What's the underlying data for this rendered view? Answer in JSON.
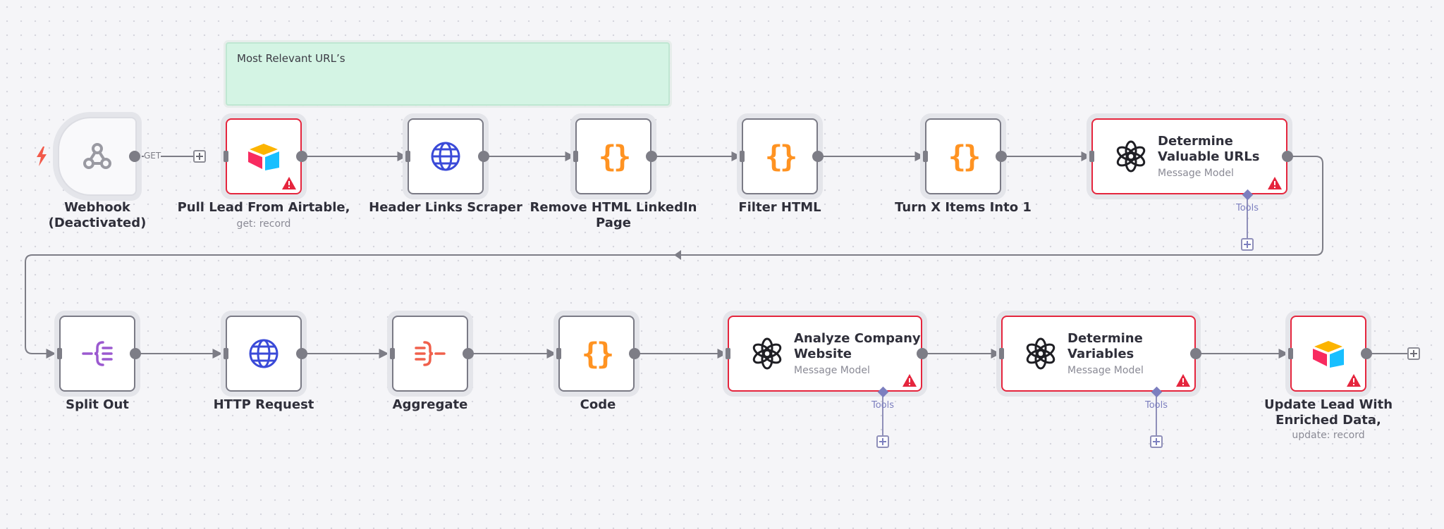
{
  "sticky_note": {
    "text": "Most Relevant URL’s"
  },
  "trigger_edge_label": "GET",
  "nodes": {
    "webhook": {
      "label": "Webhook",
      "label2": "(Deactivated)"
    },
    "pull_lead": {
      "label": "Pull Lead From Airtable,",
      "sublabel": "get: record"
    },
    "header_links": {
      "label": "Header Links Scraper"
    },
    "remove_html": {
      "label": "Remove HTML LinkedIn",
      "label2": "Page"
    },
    "filter_html": {
      "label": "Filter HTML"
    },
    "turn_x": {
      "label": "Turn X Items Into 1"
    },
    "determine_urls": {
      "title": "Determine",
      "title2": "Valuable URLs",
      "subtitle": "Message Model",
      "tools_label": "Tools"
    },
    "split_out": {
      "label": "Split Out"
    },
    "http_request": {
      "label": "HTTP Request"
    },
    "aggregate": {
      "label": "Aggregate"
    },
    "code": {
      "label": "Code"
    },
    "analyze_company": {
      "title": "Analyze Company",
      "title2": "Website",
      "subtitle": "Message Model",
      "tools_label": "Tools"
    },
    "determine_vars": {
      "title": "Determine",
      "title2": "Variables",
      "subtitle": "Message Model",
      "tools_label": "Tools"
    },
    "update_lead": {
      "label": "Update Lead With",
      "label2": "Enriched Data,",
      "sublabel": "update: record"
    }
  },
  "colors": {
    "error_border": "#e5253d",
    "connection": "#7d7d86",
    "code_icon": "#ff9322",
    "http_icon": "#3a4ad8",
    "split_icon": "#9b59d0",
    "aggregate_icon": "#f0604c",
    "tools_accent": "#7c7fbf",
    "trigger_bolt": "#f25a4a",
    "sticky_bg": "#d4f4e4"
  },
  "icons": {
    "webhook": "webhook-icon",
    "airtable": "airtable-icon",
    "http": "globe-icon",
    "code": "braces-icon",
    "openai": "openai-icon",
    "split_out": "split-out-icon",
    "aggregate": "aggregate-icon",
    "warning": "warning-icon",
    "trigger": "bolt-icon"
  }
}
